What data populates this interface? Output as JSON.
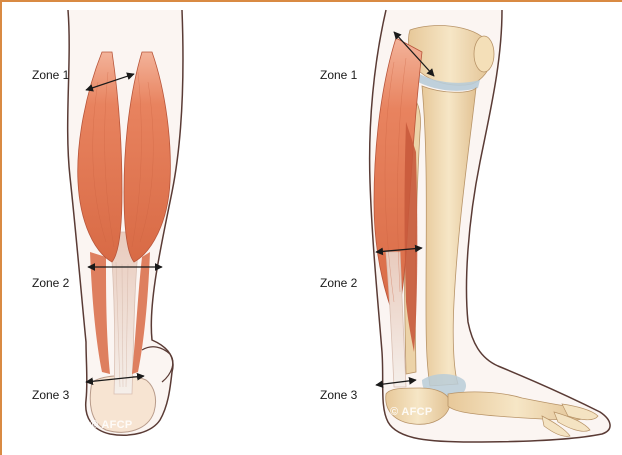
{
  "left_panel": {
    "zones": [
      {
        "label": "Zone 1"
      },
      {
        "label": "Zone 2"
      },
      {
        "label": "Zone 3"
      }
    ],
    "watermark": "© AFCP"
  },
  "right_panel": {
    "zones": [
      {
        "label": "Zone 1"
      },
      {
        "label": "Zone 2"
      },
      {
        "label": "Zone 3"
      }
    ],
    "watermark": "© AFCP"
  },
  "colors": {
    "frame": "#d98a43",
    "muscle": "#e8835f",
    "muscle_dark": "#c85a3c",
    "tendon": "#f1e6df",
    "bone": "#f1dcb4",
    "skin_outline": "#5a3b35",
    "arrow": "#1a1a1a"
  }
}
